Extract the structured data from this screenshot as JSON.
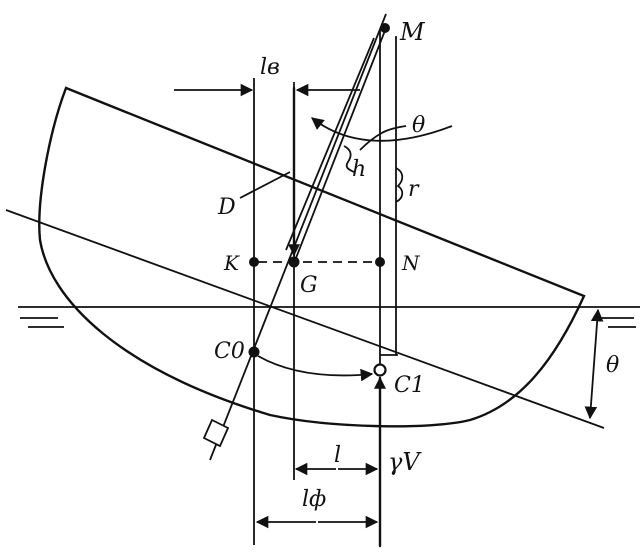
{
  "labels": {
    "M": "M",
    "theta_top": "θ",
    "h": "h",
    "r": "r",
    "lv": "lв",
    "D": "D",
    "K": "K",
    "G": "G",
    "N": "N",
    "C0": "C0",
    "C1": "C1",
    "theta_right": "θ",
    "l": "l",
    "lphi": "lф",
    "gammaV": "γV"
  },
  "colors": {
    "ink": "#111111",
    "background": "#ffffff"
  }
}
